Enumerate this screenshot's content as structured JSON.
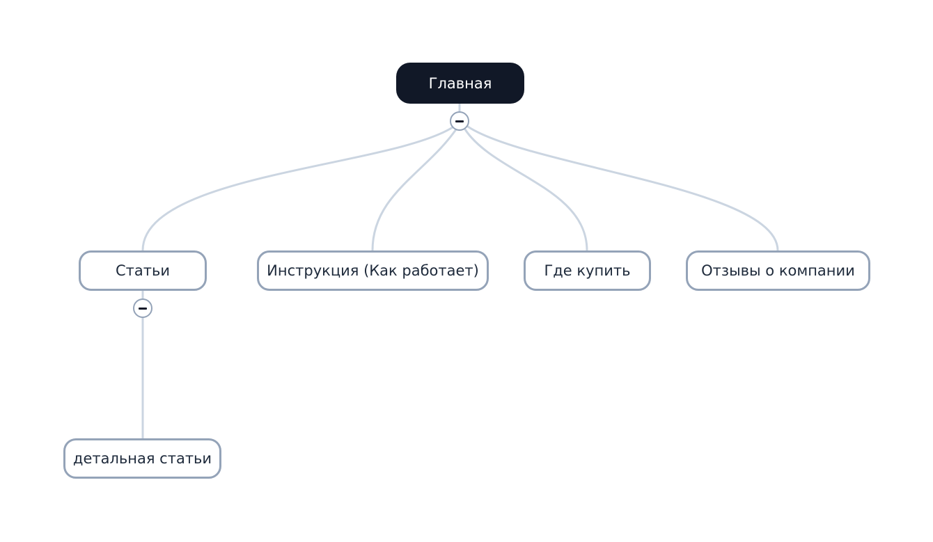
{
  "diagram": {
    "root": {
      "label": "Главная"
    },
    "children": [
      {
        "label": "Статьи"
      },
      {
        "label": "Инструкция (Как работает)"
      },
      {
        "label": "Где купить"
      },
      {
        "label": "Отзывы о компании"
      }
    ],
    "grandchildren": [
      {
        "label": "детальная статьи"
      }
    ]
  },
  "colors": {
    "root_bg": "#111827",
    "node_border": "#94a3b8",
    "edge": "#cbd5e1"
  },
  "icons": {
    "collapse": "minus-circle-icon"
  }
}
